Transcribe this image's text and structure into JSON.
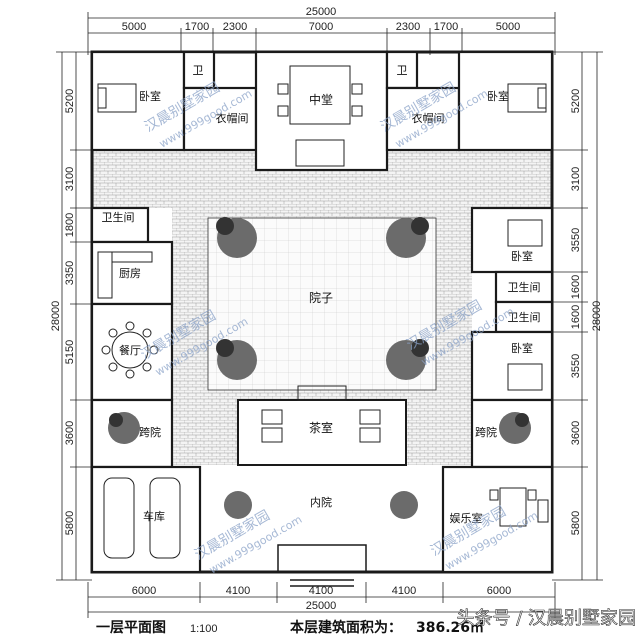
{
  "dims": {
    "top_total": "25000",
    "top_segments": [
      "5000",
      "1700",
      "2300",
      "7000",
      "2300",
      "1700",
      "5000"
    ],
    "bottom_total": "25000",
    "bottom_segments": [
      "6000",
      "4100",
      "4100",
      "4100",
      "6000"
    ],
    "left_total": "28000",
    "left_segments": [
      "5200",
      "3100",
      "1800",
      "3350",
      "5150",
      "3600",
      "5800"
    ],
    "right_total": "28000",
    "right_segments": [
      "5200",
      "3100",
      "3550",
      "1600",
      "1600",
      "3550",
      "3600",
      "5800"
    ]
  },
  "rooms": {
    "bedroom": "卧室",
    "closet": "衣帽间",
    "wc_short": "卫",
    "central_hall": "中堂",
    "bathroom": "卫生间",
    "kitchen": "厨房",
    "dining": "餐厅",
    "courtyard": "院子",
    "side_yard": "跨院",
    "tea_room": "茶室",
    "inner_yard": "内院",
    "garage": "车库",
    "entertainment": "娱乐室"
  },
  "watermark": {
    "brand": "汉晨别墅家园",
    "site": "www.999good.com"
  },
  "footer": {
    "plan_title": "一层平面图",
    "scale": "1:100",
    "area_label": "本层建筑面积为：",
    "area_value": "386.26㎡",
    "credit": "头条号 / 汉晨别墅家园"
  },
  "colors": {
    "line": "#1a1a1a",
    "paving": "#9a9a9a",
    "watermark": "#8aa2c8"
  }
}
